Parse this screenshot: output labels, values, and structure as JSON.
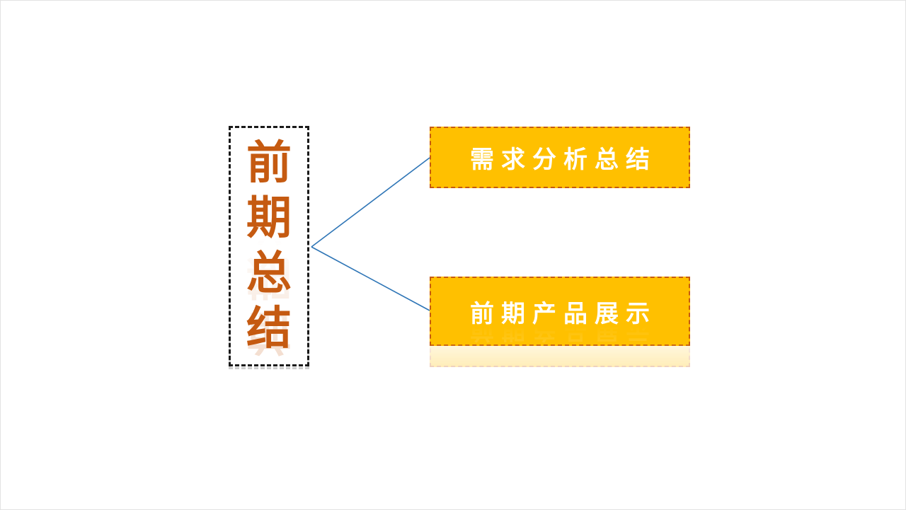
{
  "diagram": {
    "root": {
      "label": "前期总结",
      "chars": [
        "前",
        "期",
        "总",
        "结"
      ]
    },
    "branches": [
      {
        "label": "需求分析总结"
      },
      {
        "label": "前期产品展示"
      }
    ],
    "colors": {
      "root_text": "#c55a11",
      "root_border": "#1a1a1a",
      "branch_fill": "#ffc000",
      "branch_border": "#c55a11",
      "branch_text": "#ffffff",
      "connector": "#2e75b6"
    }
  }
}
